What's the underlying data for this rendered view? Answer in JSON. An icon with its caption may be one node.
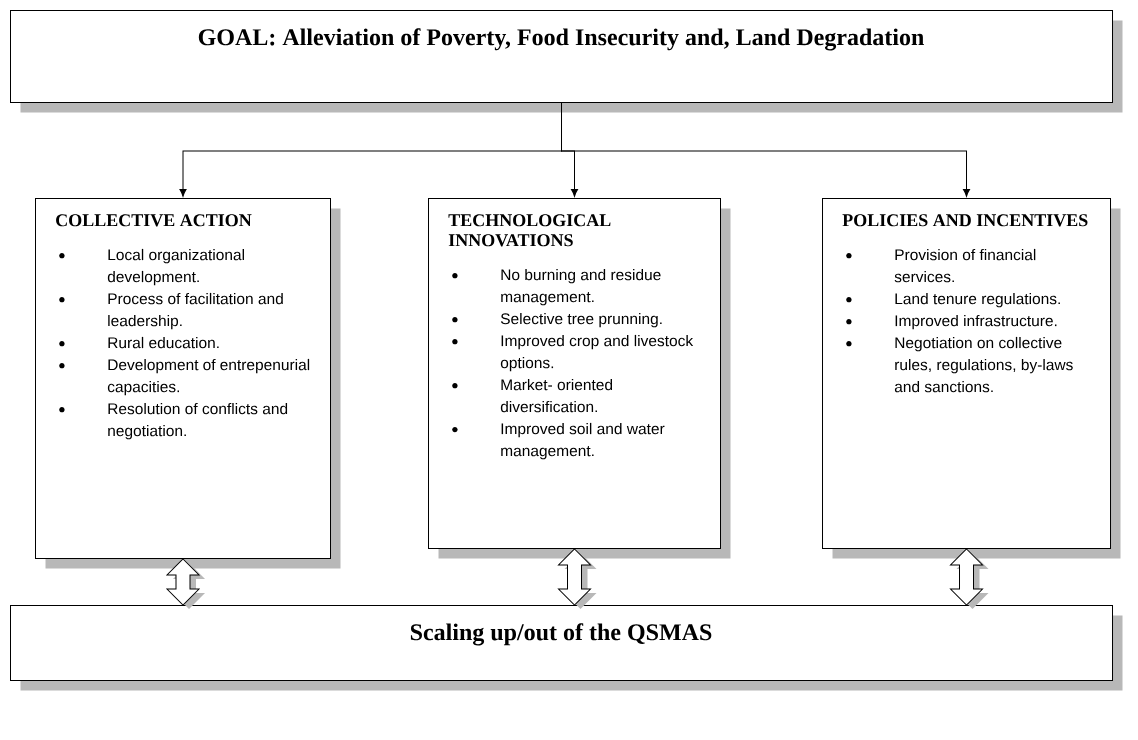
{
  "diagram": {
    "nodes": [
      {
        "text": [
          "GOAL: Alleviation of Poverty, Food Insecurity and, Land Degradation"
        ]
      },
      {
        "text": [
          "COLLECTIVE ACTION",
          "Local organizational development.",
          "Process of facilitation and leadership.",
          "Rural education.",
          "Development of entrepenurial capacities.",
          "Resolution of conflicts and negotiation."
        ]
      },
      {
        "text": [
          "TECHNOLOGICAL INNOVATIONS",
          "No burning and residue management.",
          "Selective tree prunning.",
          "Improved crop and livestock options.",
          "Market- oriented diversification.",
          "Improved soil and water management."
        ]
      },
      {
        "text": [
          "POLICIES AND INCENTIVES",
          "Provision of financial services.",
          "Land tenure regulations.",
          "Improved infrastructure.",
          "Negotiation on collective rules, regulations, by-laws and sanctions."
        ]
      },
      {
        "text": [
          "Scaling up/out of the QSMAS"
        ]
      }
    ],
    "edges": [
      {
        "from": 0,
        "to": 1,
        "arrow": "to"
      },
      {
        "from": 0,
        "to": 2,
        "arrow": "to"
      },
      {
        "from": 0,
        "to": 3,
        "arrow": "to"
      },
      {
        "from": 1,
        "to": 4,
        "arrow": "both",
        "style": "thick"
      },
      {
        "from": 2,
        "to": 4,
        "arrow": "both",
        "style": "thick"
      },
      {
        "from": 3,
        "to": 4,
        "arrow": "both",
        "style": "thick"
      }
    ]
  }
}
